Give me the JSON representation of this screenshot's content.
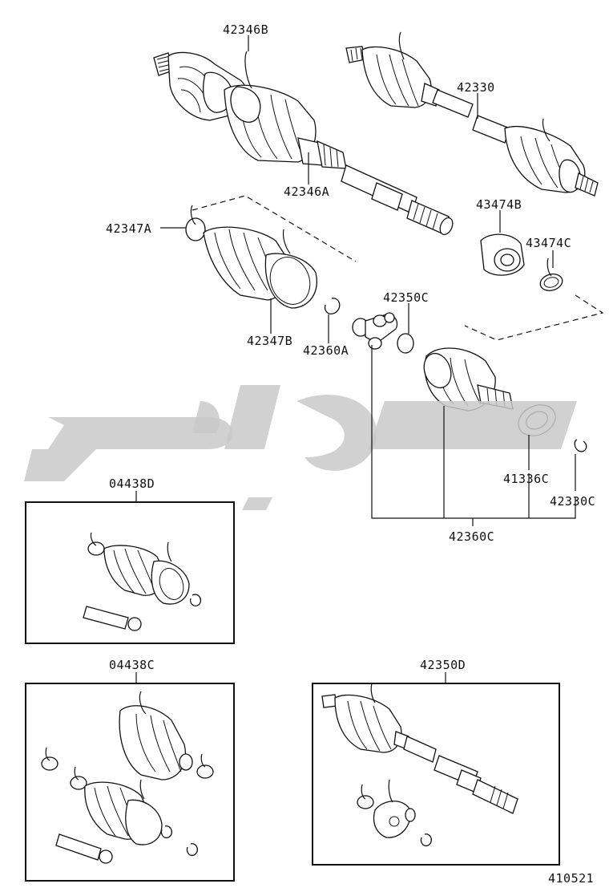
{
  "labels": {
    "l42346B": "42346B",
    "l42330": "42330",
    "l42346A": "42346A",
    "l43474B": "43474B",
    "l42347A": "42347A",
    "l43474C": "43474C",
    "l42350C": "42350C",
    "l42347B": "42347B",
    "l42360A": "42360A",
    "l04438D": "04438D",
    "l41336C": "41336C",
    "l42330C": "42330C",
    "l42360C": "42360C",
    "l04438C": "04438C",
    "l42350D": "42350D",
    "l410521": "410521"
  },
  "watermark": {
    "color": "#c9c9c9"
  }
}
